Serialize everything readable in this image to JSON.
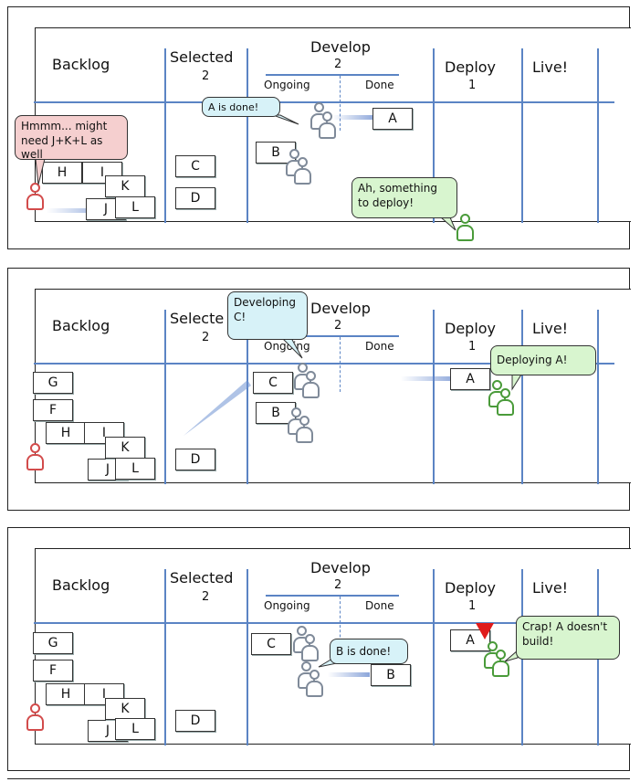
{
  "columns": {
    "backlog": "Backlog",
    "selected": "Selected",
    "selected_limit": "2",
    "develop": "Develop",
    "develop_limit": "2",
    "ongoing": "Ongoing",
    "done": "Done",
    "deploy": "Deploy",
    "deploy_limit": "1",
    "live": "Live!"
  },
  "panel2_selected_header": "Selecte",
  "panels": [
    {
      "cards": {
        "h": "H",
        "i": "I",
        "k": "K",
        "j": "J",
        "l": "L",
        "c": "C",
        "d": "D",
        "b": "B",
        "a": "A"
      },
      "bubbles": {
        "red": "Hmmm... might need J+K+L as well",
        "blue": "A is done!",
        "green": "Ah, something to deploy!"
      }
    },
    {
      "cards": {
        "g": "G",
        "f": "F",
        "h": "H",
        "i": "I",
        "k": "K",
        "j": "J",
        "l": "L",
        "d": "D",
        "c": "C",
        "b": "B",
        "a": "A"
      },
      "bubbles": {
        "blue": "Developing C!",
        "green": "Deploying A!"
      }
    },
    {
      "cards": {
        "g": "G",
        "f": "F",
        "h": "H",
        "i": "I",
        "k": "K",
        "j": "J",
        "l": "L",
        "d": "D",
        "c": "C",
        "b": "B",
        "a": "A"
      },
      "bubbles": {
        "blue": "B is done!",
        "green": "Crap! A doesn't build!"
      }
    }
  ]
}
